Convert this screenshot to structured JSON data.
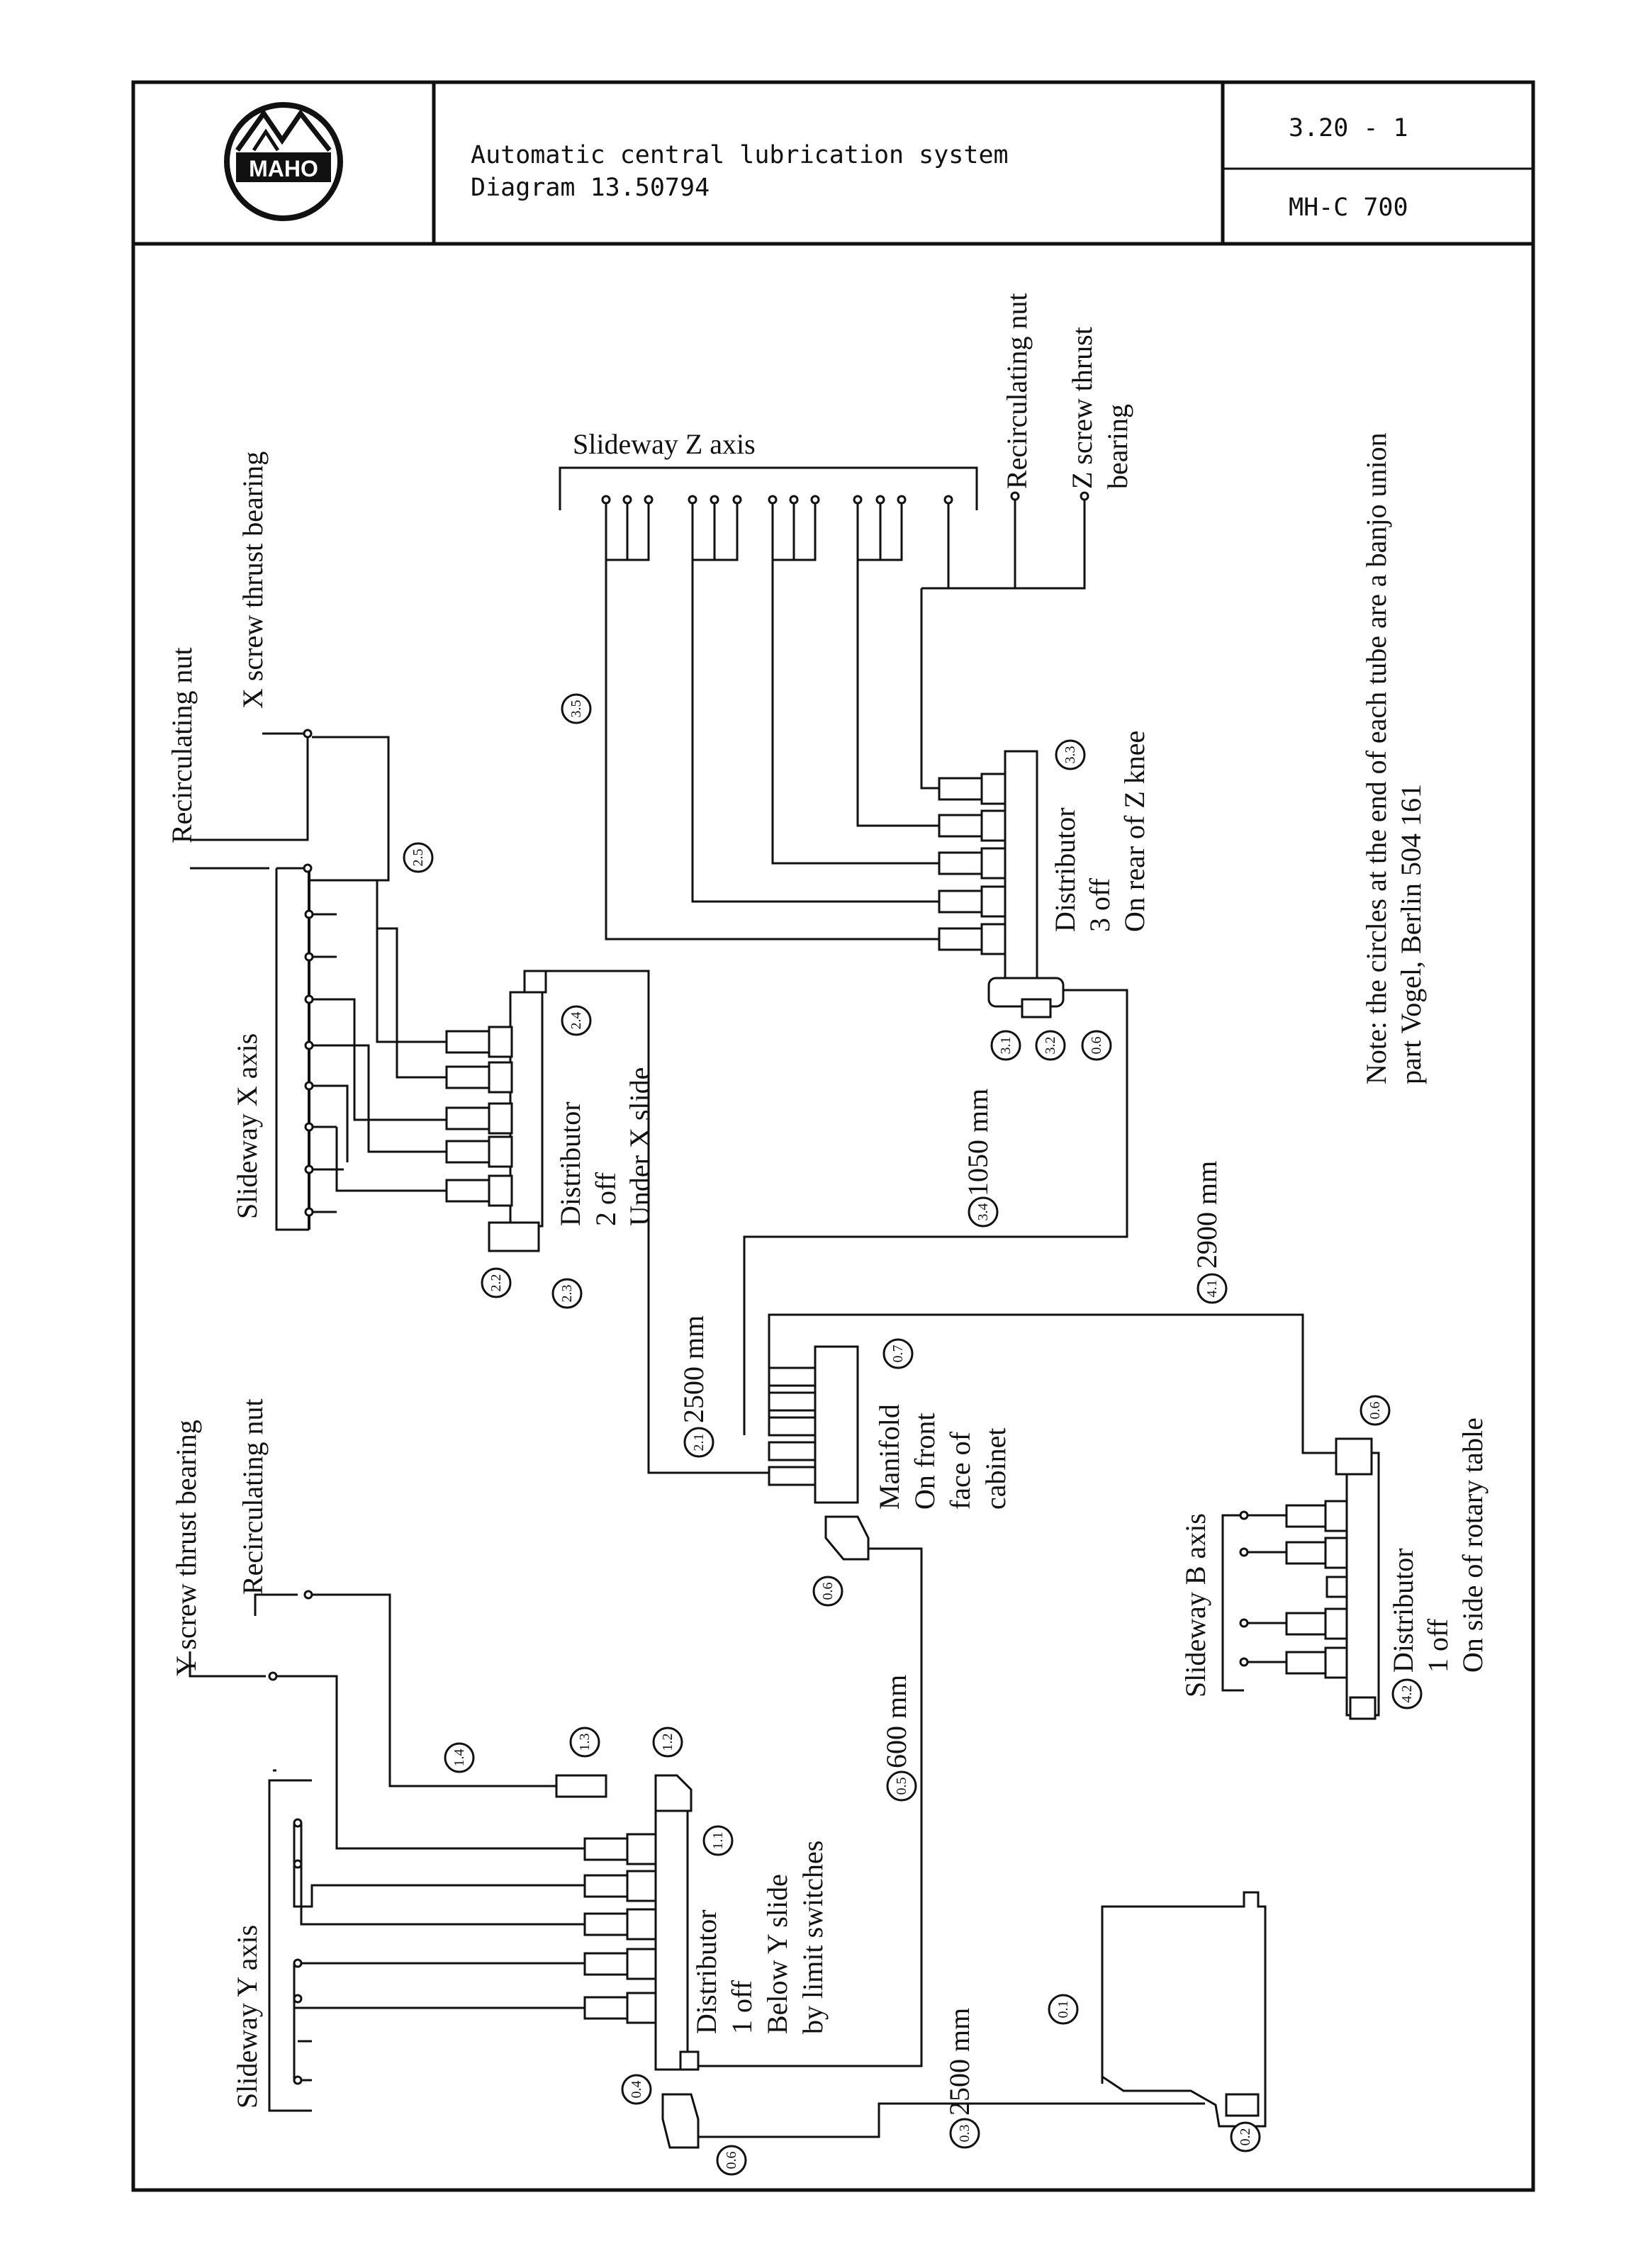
{
  "header": {
    "logo_text": "MAHO",
    "title_line1": "Automatic central lubrication system",
    "title_line2": "Diagram 13.50794",
    "page_ref": "3.20 - 1",
    "model": "MH-C 700"
  },
  "labels": {
    "slideway_z": "Slideway Z axis",
    "z_recirc_nut": "Recirculating nut",
    "z_thrust_1": "Z screw thrust",
    "z_thrust_2": "bearing",
    "x_recirc_nut": "Recirculating nut",
    "x_thrust": "X screw thrust bearing",
    "slideway_x": "Slideway X axis",
    "dist_x_1": "Distributor",
    "dist_x_2": "2 off",
    "dist_x_3": "Under X slide",
    "dist_z_1": "Distributor",
    "dist_z_2": "3 off",
    "dist_z_3": "On rear of Z knee",
    "note_1": "Note: the circles at the end of each tube are a banjo union",
    "note_2": "part Vogel, Berlin 504 161",
    "len_1050": "1050 mm",
    "len_2900": "2900 mm",
    "len_2500_x": "2500 mm",
    "manifold_1": "Manifold",
    "manifold_2": "On front",
    "manifold_3": "face of",
    "manifold_4": "cabinet",
    "y_thrust": "Y screw thrust bearing",
    "y_recirc_nut": "Recirculating nut",
    "slideway_b": "Slideway B axis",
    "dist_b_1": "Distributor",
    "dist_b_2": "1 off",
    "dist_b_3": "On side of rotary table",
    "len_600": "600 mm",
    "dist_y_1": "Distributor",
    "dist_y_2": "1 off",
    "dist_y_3": "Below Y slide",
    "dist_y_4": "by limit switches",
    "slideway_y": "Slideway Y axis",
    "len_2500_y": "2500 mm"
  },
  "refs": {
    "r35": "3.5",
    "r33": "3.3",
    "r31": "3.1",
    "r32": "3.2",
    "r06a": "0.6",
    "r34": "3.4",
    "r25": "2.5",
    "r24": "2.4",
    "r22": "2.2",
    "r23": "2.3",
    "r41": "4.1",
    "r21": "2.1",
    "r07": "0.7",
    "r06b": "0.6",
    "r06c": "0.6",
    "r42": "4.2",
    "r14": "1.4",
    "r13": "1.3",
    "r12": "1.2",
    "r11": "1.1",
    "r05": "0.5",
    "r04": "0.4",
    "r06d": "0.6",
    "r01": "0.1",
    "r03": "0.3",
    "r02": "0.2"
  },
  "icons": [
    "maho-logo-icon",
    "distributor-valve-icon",
    "banjo-union-icon",
    "lubrication-pump-icon"
  ]
}
